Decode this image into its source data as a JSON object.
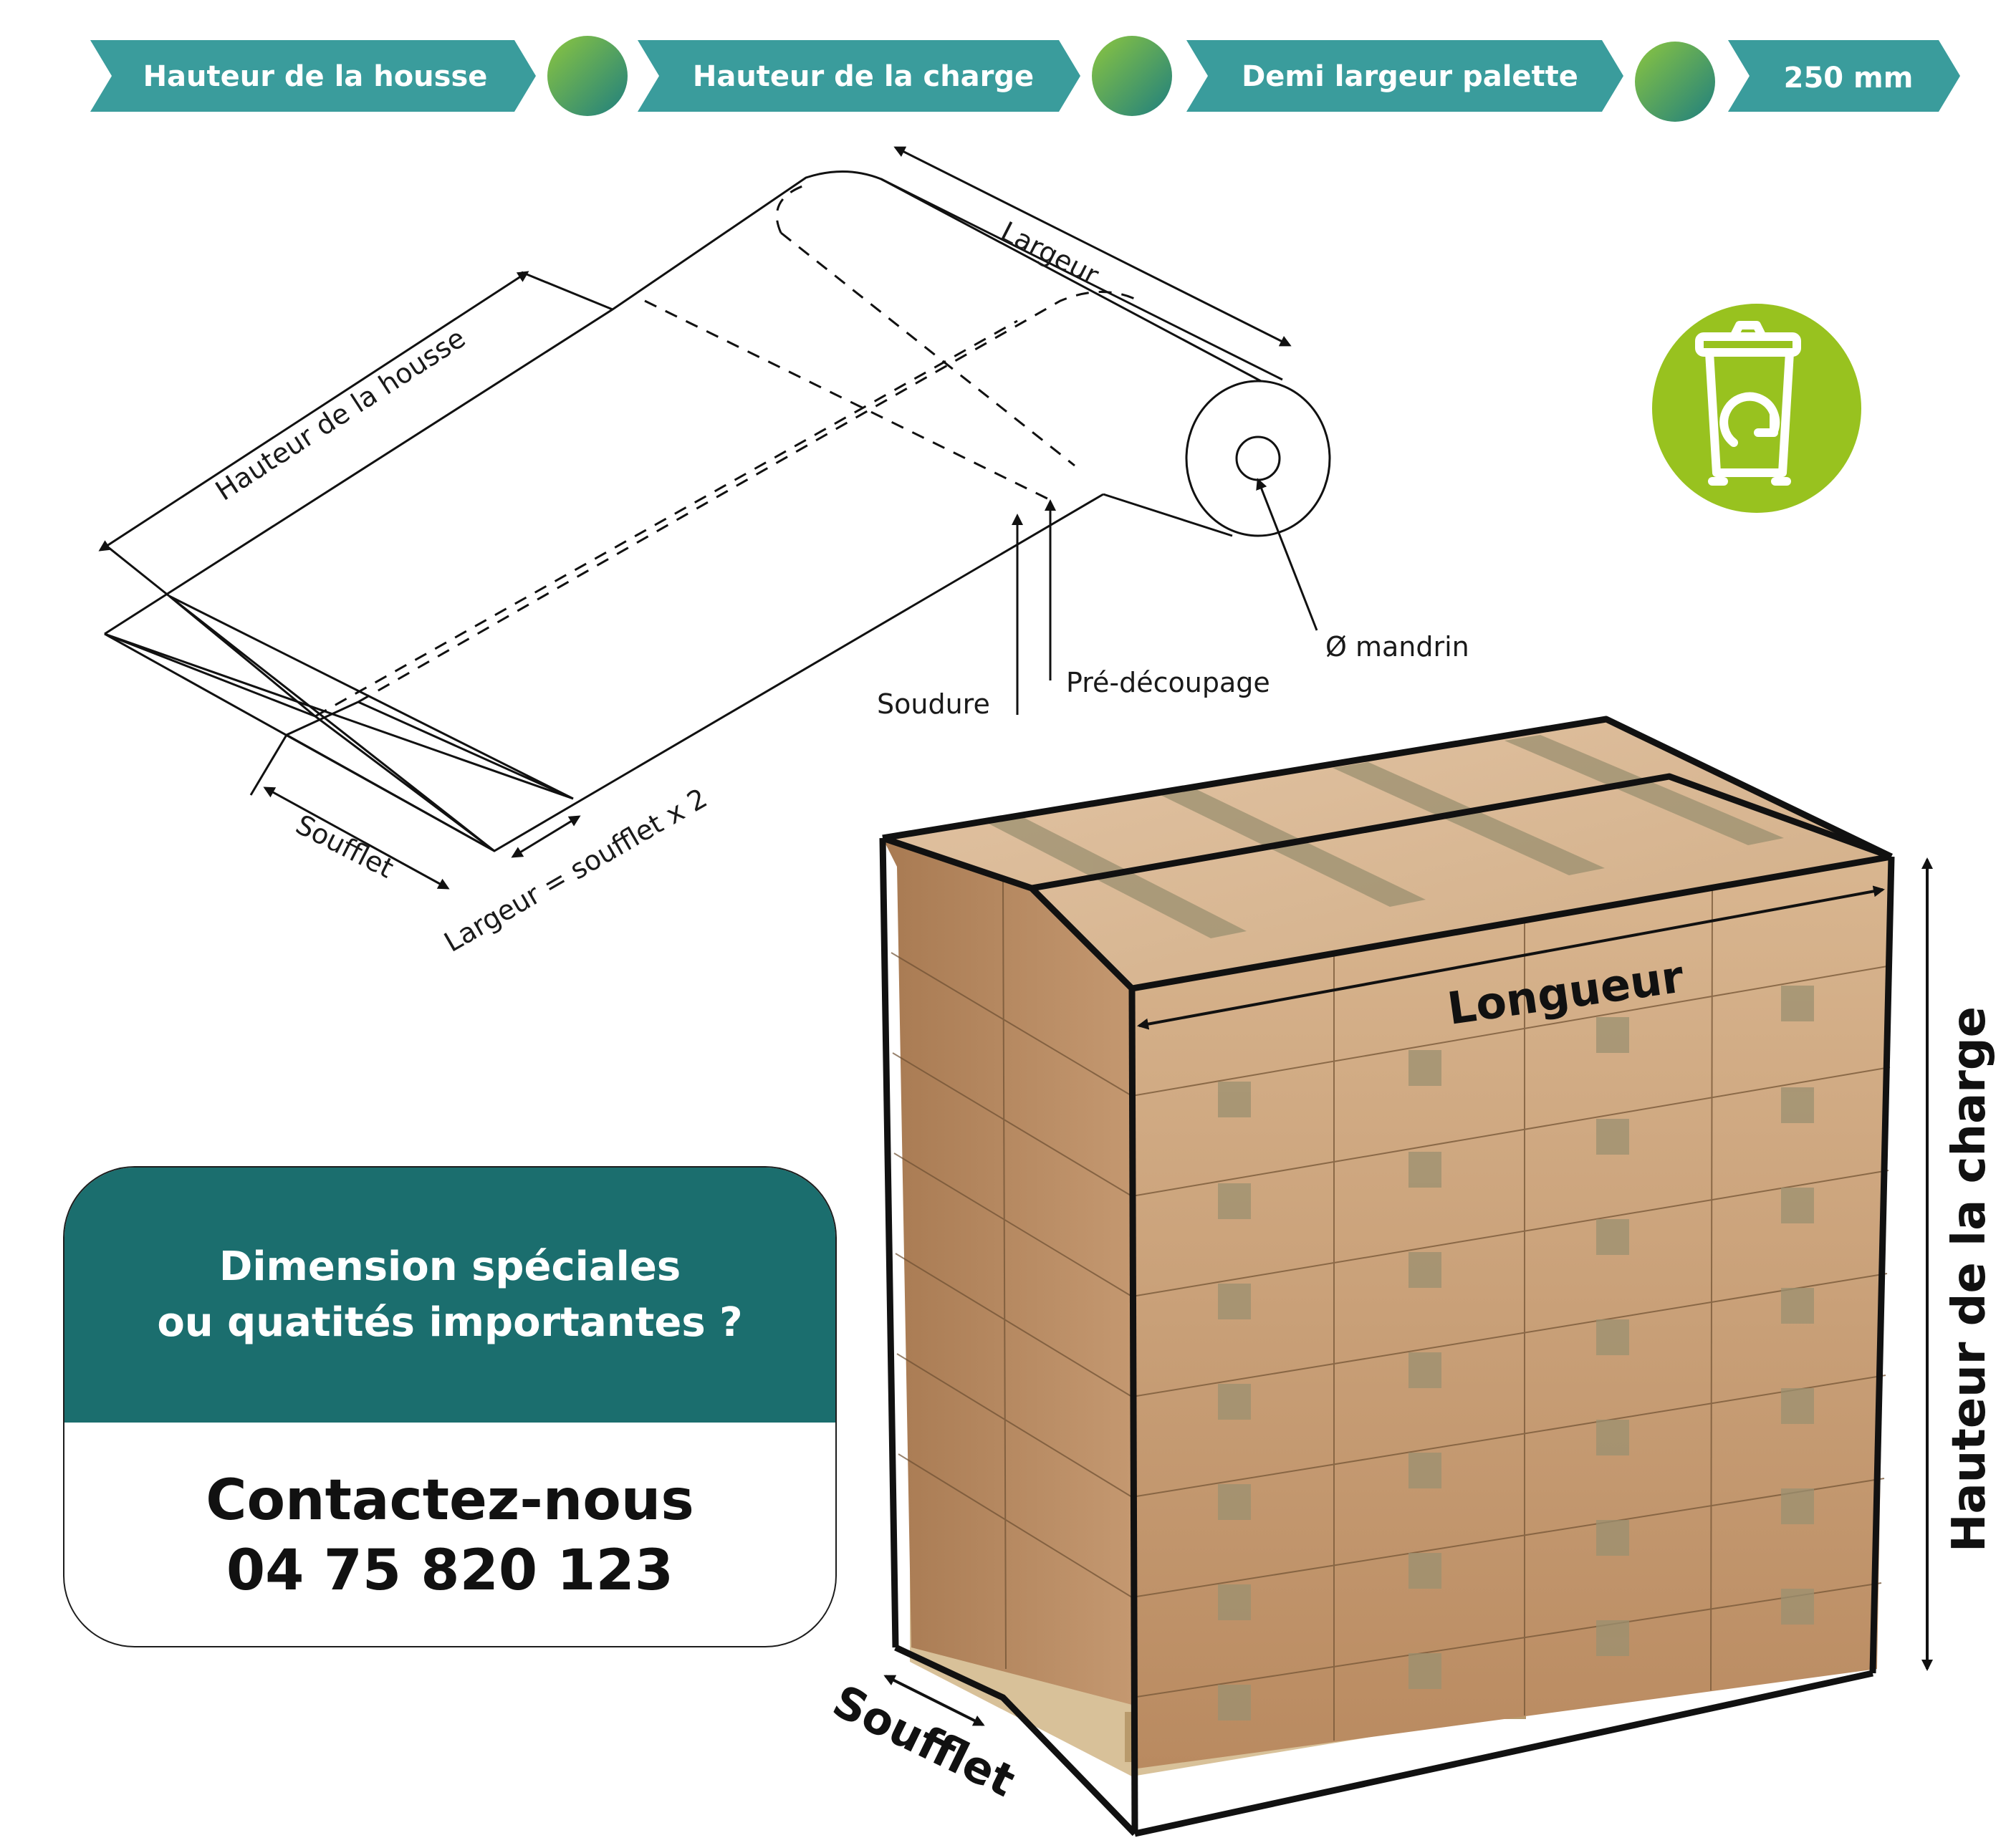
{
  "breadcrumb": {
    "steps": [
      "Hauteur de la housse",
      "Hauteur de la charge",
      "Demi largeur palette",
      "250 mm"
    ],
    "step_color": "#3a9c9c",
    "dot_gradient": [
      "#8cc63f",
      "#1f7f7f"
    ]
  },
  "roll_diagram": {
    "labels": {
      "largeur": "Largeur",
      "hauteur_housse": "Hauteur de la housse",
      "soufflet": "Soufflet",
      "largeur_formula": "Largeur = soufflet x 2",
      "soudure": "Soudure",
      "predecoupage": "Pré-découpage",
      "mandrin": "Ø mandrin"
    }
  },
  "recycle_badge": {
    "icon": "recycle-bin-icon",
    "color": "#98c21f"
  },
  "pallet_diagram": {
    "labels": {
      "longueur": "Longueur",
      "hauteur_charge": "Hauteur de la charge",
      "soufflet": "Soufflet"
    },
    "box_color": "#caa07a",
    "tape_color": "#9b9070"
  },
  "contact": {
    "question_line1": "Dimension spéciales",
    "question_line2": "ou quatités importantes ?",
    "cta": "Contactez-nous",
    "phone": "04 75 820 123",
    "header_color": "#1b6e6e"
  }
}
